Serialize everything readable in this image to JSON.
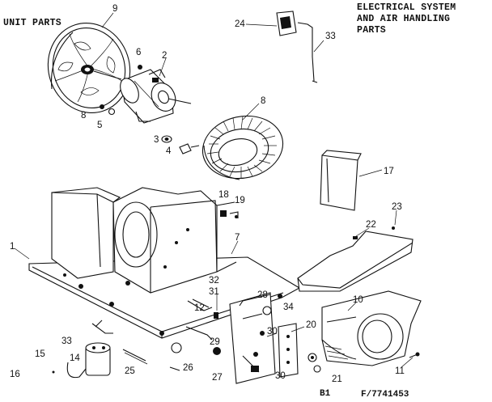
{
  "header": {
    "left_title": "UNIT PARTS",
    "right_title": [
      "ELECTRICAL SYSTEM",
      "AND AIR HANDLING",
      "PARTS"
    ]
  },
  "footer": {
    "model_ref": "B1",
    "part_ref": "F/7741453"
  },
  "callouts": [
    {
      "id": "9",
      "label": "9"
    },
    {
      "id": "6",
      "label": "6"
    },
    {
      "id": "2",
      "label": "2"
    },
    {
      "id": "8a",
      "label": "8"
    },
    {
      "id": "5",
      "label": "5"
    },
    {
      "id": "3",
      "label": "3"
    },
    {
      "id": "4",
      "label": "4"
    },
    {
      "id": "8b",
      "label": "8"
    },
    {
      "id": "24",
      "label": "24"
    },
    {
      "id": "33a",
      "label": "33"
    },
    {
      "id": "17",
      "label": "17"
    },
    {
      "id": "18",
      "label": "18"
    },
    {
      "id": "19",
      "label": "19"
    },
    {
      "id": "7",
      "label": "7"
    },
    {
      "id": "23",
      "label": "23"
    },
    {
      "id": "22",
      "label": "22"
    },
    {
      "id": "1",
      "label": "1"
    },
    {
      "id": "32",
      "label": "32"
    },
    {
      "id": "31",
      "label": "31"
    },
    {
      "id": "28",
      "label": "28"
    },
    {
      "id": "34",
      "label": "34"
    },
    {
      "id": "10",
      "label": "10"
    },
    {
      "id": "12",
      "label": "12"
    },
    {
      "id": "29",
      "label": "29"
    },
    {
      "id": "30a",
      "label": "30"
    },
    {
      "id": "20",
      "label": "20"
    },
    {
      "id": "33b",
      "label": "33"
    },
    {
      "id": "15",
      "label": "15"
    },
    {
      "id": "14",
      "label": "14"
    },
    {
      "id": "16",
      "label": "16"
    },
    {
      "id": "25",
      "label": "25"
    },
    {
      "id": "26",
      "label": "26"
    },
    {
      "id": "27",
      "label": "27"
    },
    {
      "id": "30b",
      "label": "30"
    },
    {
      "id": "21",
      "label": "21"
    },
    {
      "id": "11",
      "label": "11"
    }
  ]
}
